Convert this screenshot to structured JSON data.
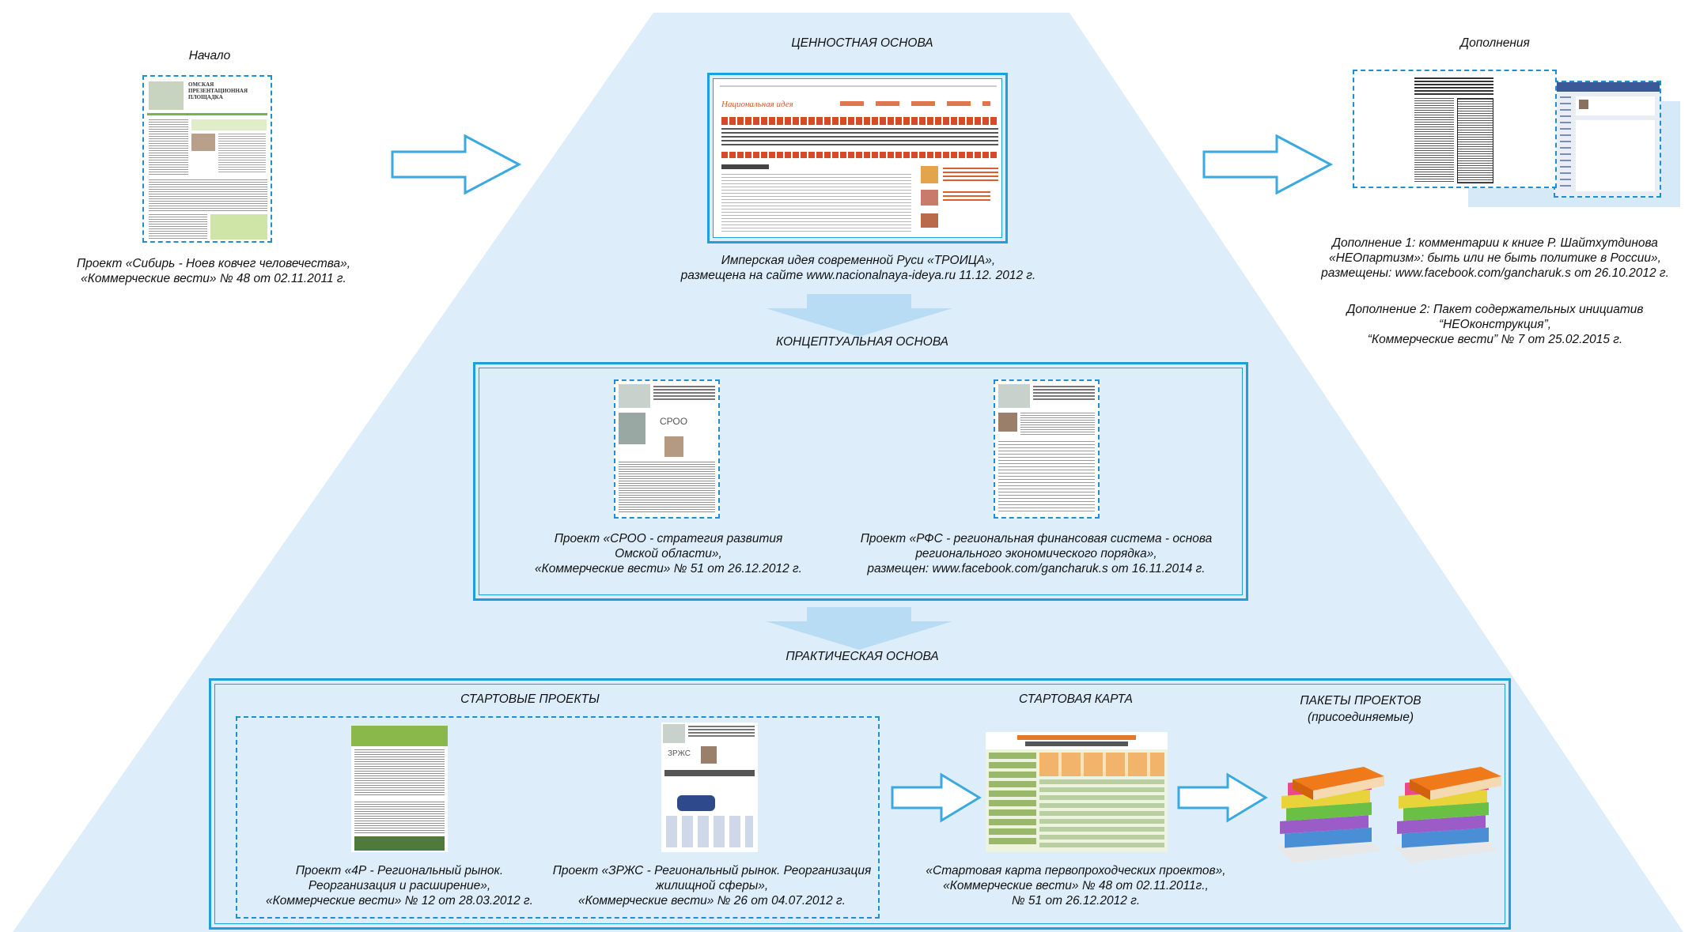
{
  "sections": {
    "start_title": "Начало",
    "value_title": "ЦЕННОСТНАЯ ОСНОВА",
    "addons_title": "Дополнения",
    "concept_title": "КОНЦЕПТУАЛЬНАЯ ОСНОВА",
    "practical_title": "ПРАКТИЧЕСКАЯ ОСНОВА",
    "starter_projects_title": "СТАРТОВЫЕ ПРОЕКТЫ",
    "starter_map_title": "СТАРТОВАЯ КАРТА",
    "packages_title": "ПАКЕТЫ ПРОЕКТОВ",
    "packages_subtitle": "(присоединяемые)"
  },
  "captions": {
    "start": [
      "Проект «Сибирь - Ноев  ковчег человечества»,",
      "«Коммерческие вести» № 48 от 02.11.2011 г."
    ],
    "value": [
      "Имперская идея современной Руси «ТРОИЦА»,",
      "размещена на сайте www.nacionalnaya-ideya.ru 11.12. 2012 г."
    ],
    "addon1": [
      "Дополнение 1: комментарии к книге Р. Шайтхутдинова",
      "«НЕОпартизм»: быть или не быть политике в России»,",
      "размещены: www.facebook.com/gancharuk.s от 26.10.2012 г."
    ],
    "addon2": [
      "Дополнение 2: Пакет содержательных инициатив",
      "“НЕОконструкция”,",
      "“Коммерческие вести” № 7 от 25.02.2015 г."
    ],
    "sroo": [
      "Проект «СРОО - стратегия развития",
      "Омской области»,",
      "«Коммерческие вести» № 51 от 26.12.2012 г."
    ],
    "rfs": [
      "Проект «РФС - региональная финансовая система - основа",
      "регионального экономического порядка»,",
      "размещен: www.facebook.com/gancharuk.s от 16.11.2014 г."
    ],
    "p4r": [
      "Проект «4Р - Региональный рынок.",
      "Реорганизация и расширение»,",
      "«Коммерческие вести» № 12 от 28.03.2012 г."
    ],
    "zrzhs": [
      "Проект «ЗРЖС - Региональный рынок. Реорганизация",
      "жилищной сферы»,",
      "«Коммерческие вести» № 26  от 04.07.2012 г."
    ],
    "map": [
      "«Стартовая карта первопроходческих проектов»,",
      "«Коммерческие вести» № 48 от 02.11.2011г.,",
      "№ 51 от 26.12.2012 г."
    ]
  },
  "thumb_text": {
    "omsk_title": "ОМСКАЯ ПРЕЗЕНТАЦИОННАЯ ПЛОЩАДКА",
    "troica_header": "Национальная идея",
    "sroo_word": "СРОО",
    "zrzhs_word": "ЗРЖС"
  },
  "colors": {
    "pyramid": "#ddeefa",
    "accent": "#1e9fdb",
    "arrow_stroke": "#3aa9e0",
    "down_arrow": "#b7dcf3",
    "book_orange": "#f07a1a"
  }
}
